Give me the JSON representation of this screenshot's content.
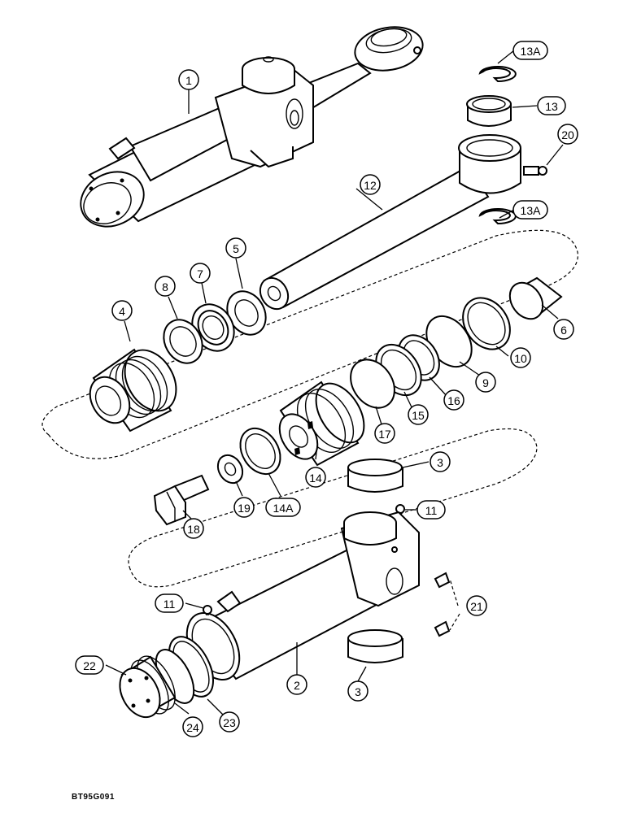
{
  "drawing_code": "BT95G091",
  "callouts": [
    {
      "id": "c1",
      "label": "1",
      "shape": "circle"
    },
    {
      "id": "c13A1",
      "label": "13A",
      "shape": "pill"
    },
    {
      "id": "c13",
      "label": "13",
      "shape": "pill"
    },
    {
      "id": "c20",
      "label": "20",
      "shape": "circle"
    },
    {
      "id": "c12",
      "label": "12",
      "shape": "circle"
    },
    {
      "id": "c13A2",
      "label": "13A",
      "shape": "pill"
    },
    {
      "id": "c5",
      "label": "5",
      "shape": "circle"
    },
    {
      "id": "c7",
      "label": "7",
      "shape": "circle"
    },
    {
      "id": "c8",
      "label": "8",
      "shape": "circle"
    },
    {
      "id": "c4",
      "label": "4",
      "shape": "circle"
    },
    {
      "id": "c6",
      "label": "6",
      "shape": "circle"
    },
    {
      "id": "c10",
      "label": "10",
      "shape": "circle"
    },
    {
      "id": "c9",
      "label": "9",
      "shape": "circle"
    },
    {
      "id": "c16",
      "label": "16",
      "shape": "circle"
    },
    {
      "id": "c15",
      "label": "15",
      "shape": "circle"
    },
    {
      "id": "c17",
      "label": "17",
      "shape": "circle"
    },
    {
      "id": "c14",
      "label": "14",
      "shape": "circle"
    },
    {
      "id": "c3a",
      "label": "3",
      "shape": "circle"
    },
    {
      "id": "c19",
      "label": "19",
      "shape": "circle"
    },
    {
      "id": "c14A",
      "label": "14A",
      "shape": "pill"
    },
    {
      "id": "c18",
      "label": "18",
      "shape": "circle"
    },
    {
      "id": "c11a",
      "label": "11",
      "shape": "pill"
    },
    {
      "id": "c11b",
      "label": "11",
      "shape": "pill"
    },
    {
      "id": "c21",
      "label": "21",
      "shape": "circle"
    },
    {
      "id": "c22",
      "label": "22",
      "shape": "pill"
    },
    {
      "id": "c2",
      "label": "2",
      "shape": "circle"
    },
    {
      "id": "c3b",
      "label": "3",
      "shape": "circle"
    },
    {
      "id": "c24",
      "label": "24",
      "shape": "circle"
    },
    {
      "id": "c23",
      "label": "23",
      "shape": "circle"
    }
  ]
}
